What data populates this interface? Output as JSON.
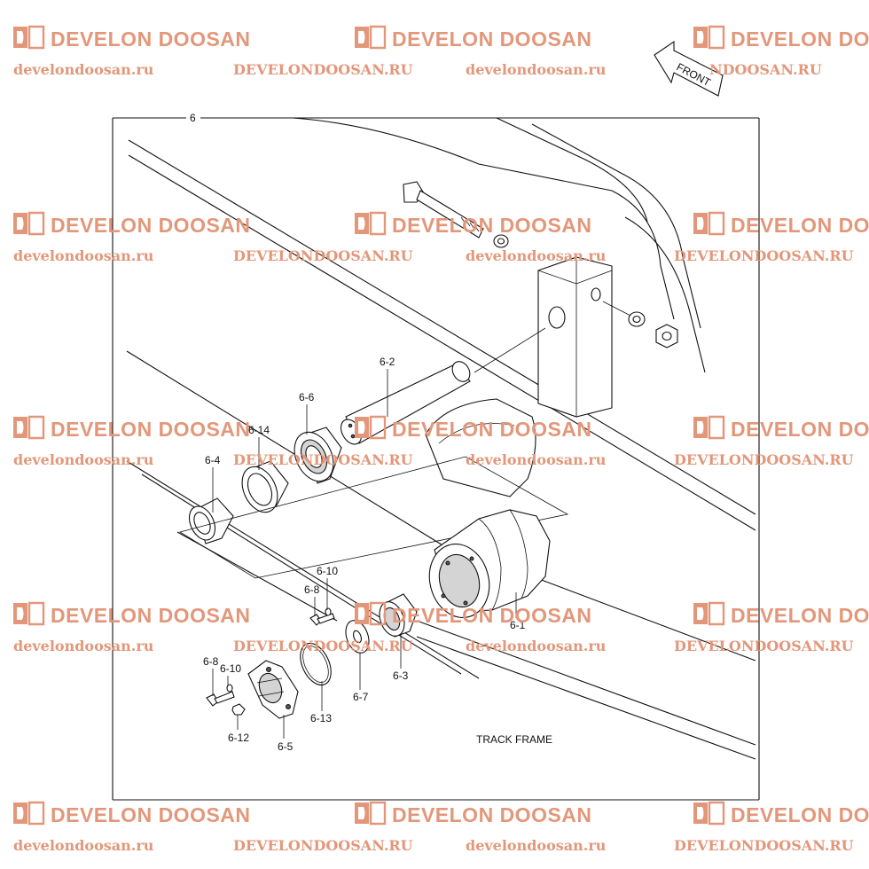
{
  "watermark": {
    "brand": "DEVELON DOOSAN",
    "url_lower": "develondoosan.ru",
    "url_upper": "DEVELONDOOSAN.RU",
    "color": "#e3977a"
  },
  "direction_arrow": {
    "label": "FRONT"
  },
  "frame_label": "6",
  "track_frame_label": "TRACK FRAME",
  "callouts": [
    {
      "id": "6-2",
      "text": "6-2"
    },
    {
      "id": "6-6",
      "text": "6-6"
    },
    {
      "id": "6-14",
      "text": "6-14"
    },
    {
      "id": "6-4",
      "text": "6-4"
    },
    {
      "id": "6-10a",
      "text": "6-10"
    },
    {
      "id": "6-8a",
      "text": "6-8"
    },
    {
      "id": "6-10b",
      "text": "6-10"
    },
    {
      "id": "6-8b",
      "text": "6-8"
    },
    {
      "id": "6-12",
      "text": "6-12"
    },
    {
      "id": "6-5",
      "text": "6-5"
    },
    {
      "id": "6-13",
      "text": "6-13"
    },
    {
      "id": "6-7",
      "text": "6-7"
    },
    {
      "id": "6-3",
      "text": "6-3"
    },
    {
      "id": "6-1",
      "text": "6-1"
    }
  ]
}
